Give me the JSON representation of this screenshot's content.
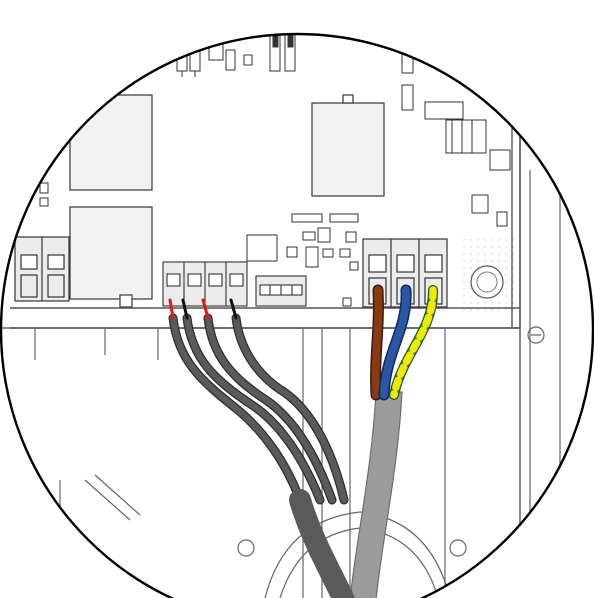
{
  "diagram": {
    "colors": {
      "background": "#ffffff",
      "outline": "#000000",
      "line": "#3a3a3a",
      "board_line": "#555555",
      "component_fill": "#f2f2f2",
      "terminal_fill": "#ececec",
      "signal_wire": "#5a5a5a",
      "signal_wire_edge": "#2e2e2e",
      "signal_core_red": "#e8141b",
      "signal_core_black": "#111111",
      "mains_sheath": "#9b9b9b",
      "mains_sheath_edge": "#6e6e6e",
      "live_brown": "#8a3a12",
      "neutral_blue": "#2b56a5",
      "earth_green": "#2f9a3a",
      "earth_yellow": "#f2e800"
    },
    "components": [
      {
        "name": "relay-module-left",
        "kind": "module"
      },
      {
        "name": "relay-module-center",
        "kind": "module"
      },
      {
        "name": "left-terminal-pair",
        "kind": "terminal-block"
      },
      {
        "name": "signal-connector-4-pin",
        "kind": "terminal-block"
      },
      {
        "name": "small-header-4-pin",
        "kind": "terminal-block"
      },
      {
        "name": "mains-terminal-3-pole",
        "kind": "terminal-block"
      }
    ],
    "wires": [
      {
        "name": "signal-wire-1",
        "core": "red"
      },
      {
        "name": "signal-wire-2",
        "core": "black"
      },
      {
        "name": "signal-wire-3",
        "core": "red"
      },
      {
        "name": "signal-wire-4",
        "core": "black"
      },
      {
        "name": "live-wire",
        "color": "brown"
      },
      {
        "name": "neutral-wire",
        "color": "blue"
      },
      {
        "name": "earth-wire",
        "color": "green-yellow"
      }
    ]
  }
}
